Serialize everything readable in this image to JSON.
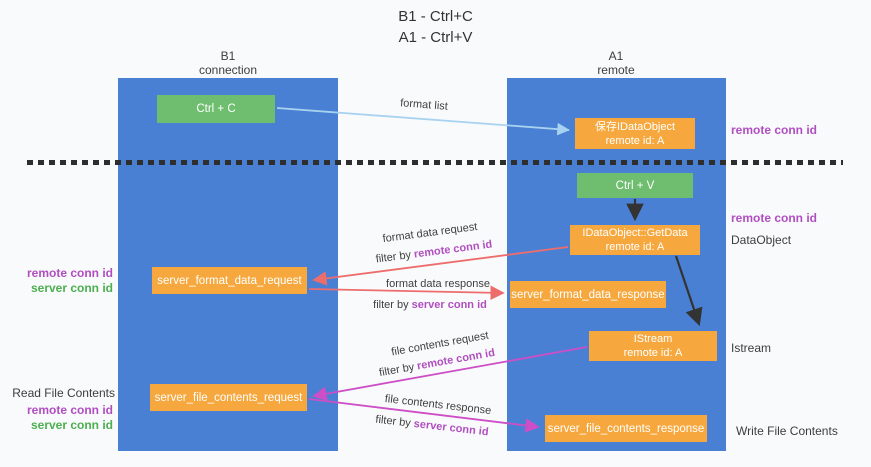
{
  "title": {
    "line1": "B1 - Ctrl+C",
    "line2": "A1 - Ctrl+V"
  },
  "lanes": {
    "left": {
      "name": "B1",
      "subtitle": "connection"
    },
    "right": {
      "name": "A1",
      "subtitle": "remote"
    }
  },
  "nodes": {
    "ctrl_c": "Ctrl + C",
    "ctrl_v": "Ctrl + V",
    "save_dataobject": {
      "line1": "保存IDataObject",
      "line2": "remote id: A"
    },
    "getdata": {
      "line1": "IDataObject::GetData",
      "line2": "remote id: A"
    },
    "istream": {
      "line1": "IStream",
      "line2": "remote id: A"
    },
    "format_request_box": "server_format_data_request",
    "format_response_box": "server_format_data_response",
    "file_request_box": "server_file_contents_request",
    "file_response_box": "server_file_contents_response"
  },
  "flows": {
    "format_list": {
      "label": "format list"
    },
    "format_request": {
      "label": "format data request",
      "filter_prefix": "filter by ",
      "filter_term": "remote conn id"
    },
    "format_response": {
      "label": "format data response",
      "filter_prefix": "filter by ",
      "filter_term": "server conn id"
    },
    "file_request": {
      "label": "file contents request",
      "filter_prefix": "filter by ",
      "filter_term": "remote conn id"
    },
    "file_response": {
      "label": "file contents response",
      "filter_prefix": "filter by ",
      "filter_term": "server conn id"
    }
  },
  "annotations": {
    "right_remote_conn_1": "remote conn id",
    "right_remote_conn_2": "remote conn id",
    "dataobject": "DataObject",
    "istream": "Istream",
    "write_file": "Write File Contents",
    "left_remote_conn_1": "remote conn id",
    "left_server_conn_1": "server conn id",
    "read_file": "Read File Contents",
    "left_remote_conn_2": "remote conn id",
    "left_server_conn_2": "server conn id"
  },
  "colors": {
    "lane_blue": "#4a80d4",
    "box_orange": "#f6a83e",
    "box_green": "#6fbe70",
    "arrow_red": "#ed6d6d",
    "arrow_magenta": "#cd4ec6",
    "arrow_light_blue": "#a8d3f0",
    "arrow_black": "#333333",
    "term_purple": "#b04fc0",
    "term_green": "#4caf50",
    "text_dark": "#3d3d3d",
    "background": "#f9fafb"
  }
}
